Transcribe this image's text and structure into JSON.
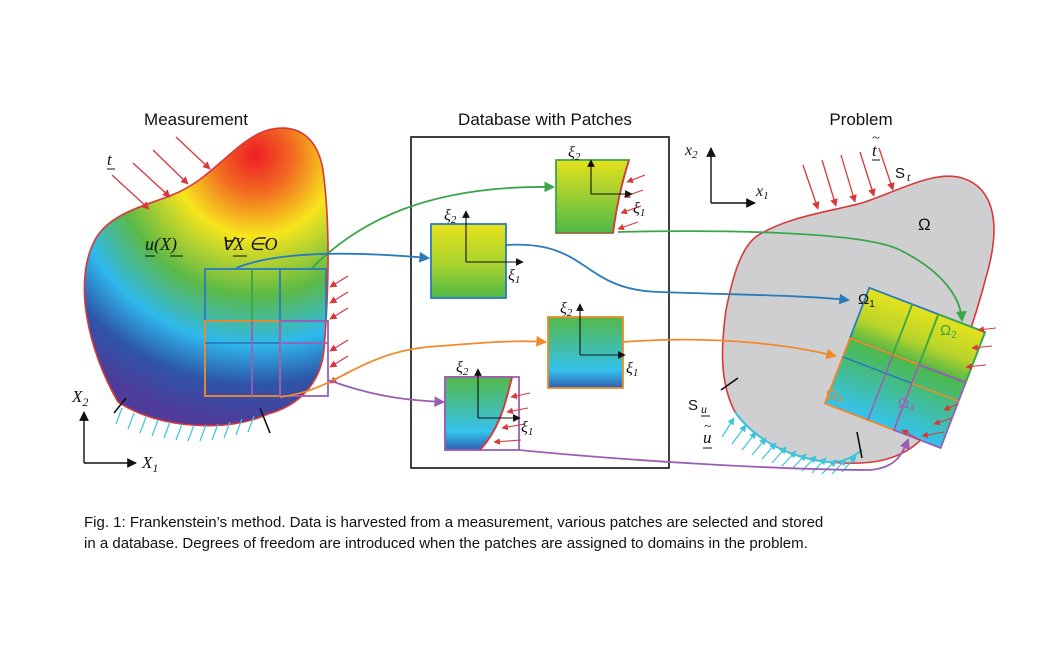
{
  "titles": {
    "measurement": "Measurement",
    "database": "Database with Patches",
    "problem": "Problem"
  },
  "measurement": {
    "traction": "t",
    "displacement": "u(X)",
    "forall": "∀X ∈O",
    "axis_x2": "X",
    "axis_x2_sub": "2",
    "axis_x1": "X",
    "axis_x1_sub": "1"
  },
  "patch_axes": {
    "xi": "ξ",
    "sub1": "1",
    "sub2": "2"
  },
  "problem": {
    "axis_x2": "x",
    "axis_x2_sub": "2",
    "axis_x1": "x",
    "axis_x1_sub": "1",
    "traction": "t",
    "traction_tilde": "~",
    "st": "S",
    "st_sub": "t",
    "omega": "Ω",
    "omega1": "Ω",
    "omega1_sub": "1",
    "omega2": "Ω",
    "omega2_sub": "2",
    "omega3": "Ω",
    "omega3_sub": "3",
    "omega4": "Ω",
    "omega4_sub": "4",
    "su": "S",
    "su_sub": "u",
    "u_tilde": "u",
    "u_tilde_mark": "~"
  },
  "caption": {
    "line1": "Fig. 1: Frankenstein’s method. Data is harvested from a measurement, various patches are selected and stored",
    "line2": "in a database. Degrees of freedom are introduced when the patches are assigned to domains in the problem."
  },
  "colors": {
    "green": "#3aa64a",
    "blue": "#2a7bbd",
    "orange": "#f08a2a",
    "purple": "#9a5fb5",
    "red": "#d8383a",
    "cyan": "#3cc4dc",
    "gray": "#cfcfd1"
  }
}
